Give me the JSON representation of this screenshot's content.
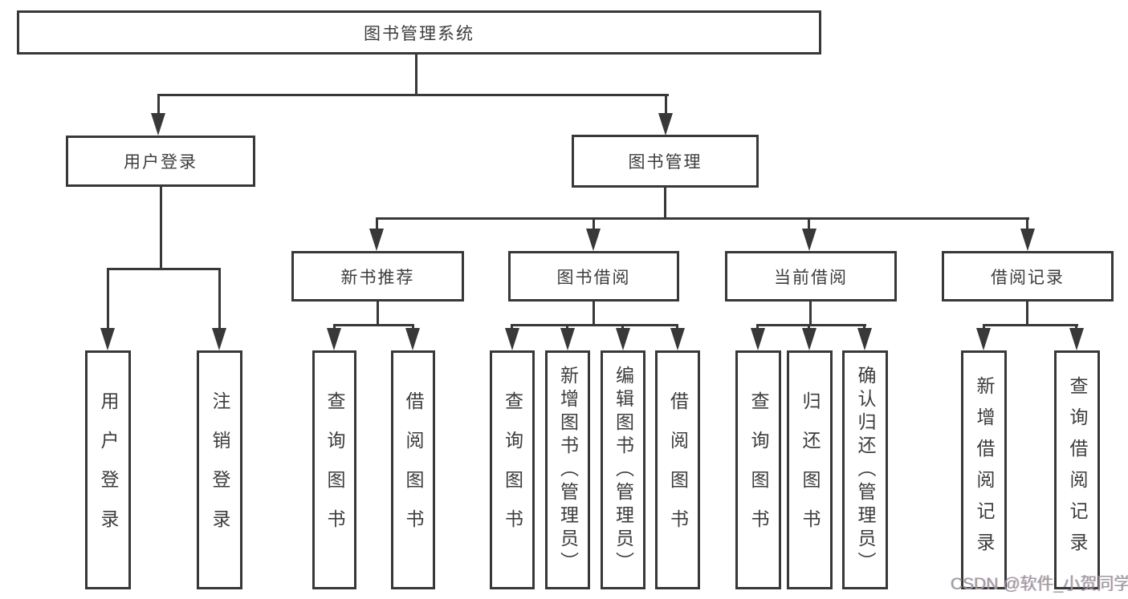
{
  "root": {
    "label": "图书管理系统"
  },
  "level2": [
    {
      "label": "用户登录"
    },
    {
      "label": "图书管理"
    }
  ],
  "level3": [
    {
      "label": "新书推荐",
      "parent": "图书管理"
    },
    {
      "label": "图书借阅",
      "parent": "图书管理"
    },
    {
      "label": "当前借阅",
      "parent": "图书管理"
    },
    {
      "label": "借阅记录",
      "parent": "图书管理"
    }
  ],
  "leaves": [
    {
      "label": "用户登录",
      "parent": "用户登录"
    },
    {
      "label": "注销登录",
      "parent": "用户登录"
    },
    {
      "label": "查询图书",
      "parent": "新书推荐"
    },
    {
      "label": "借阅图书",
      "parent": "新书推荐"
    },
    {
      "label": "查询图书",
      "parent": "图书借阅"
    },
    {
      "label": "新增图书（管理员）",
      "parent": "图书借阅"
    },
    {
      "label": "编辑图书（管理员）",
      "parent": "图书借阅"
    },
    {
      "label": "借阅图书",
      "parent": "图书借阅"
    },
    {
      "label": "查询图书",
      "parent": "当前借阅"
    },
    {
      "label": "归还图书",
      "parent": "当前借阅"
    },
    {
      "label": "确认归还（管理员）",
      "parent": "当前借阅"
    },
    {
      "label": "新增借阅记录",
      "parent": "借阅记录"
    },
    {
      "label": "查询借阅记录",
      "parent": "借阅记录"
    }
  ],
  "watermark": "CSDN @软件_小贺同学",
  "colors": {
    "line": "#383838",
    "text": "#3c3c3c",
    "watermark": "#9b9b9b",
    "background": "#ffffff"
  }
}
